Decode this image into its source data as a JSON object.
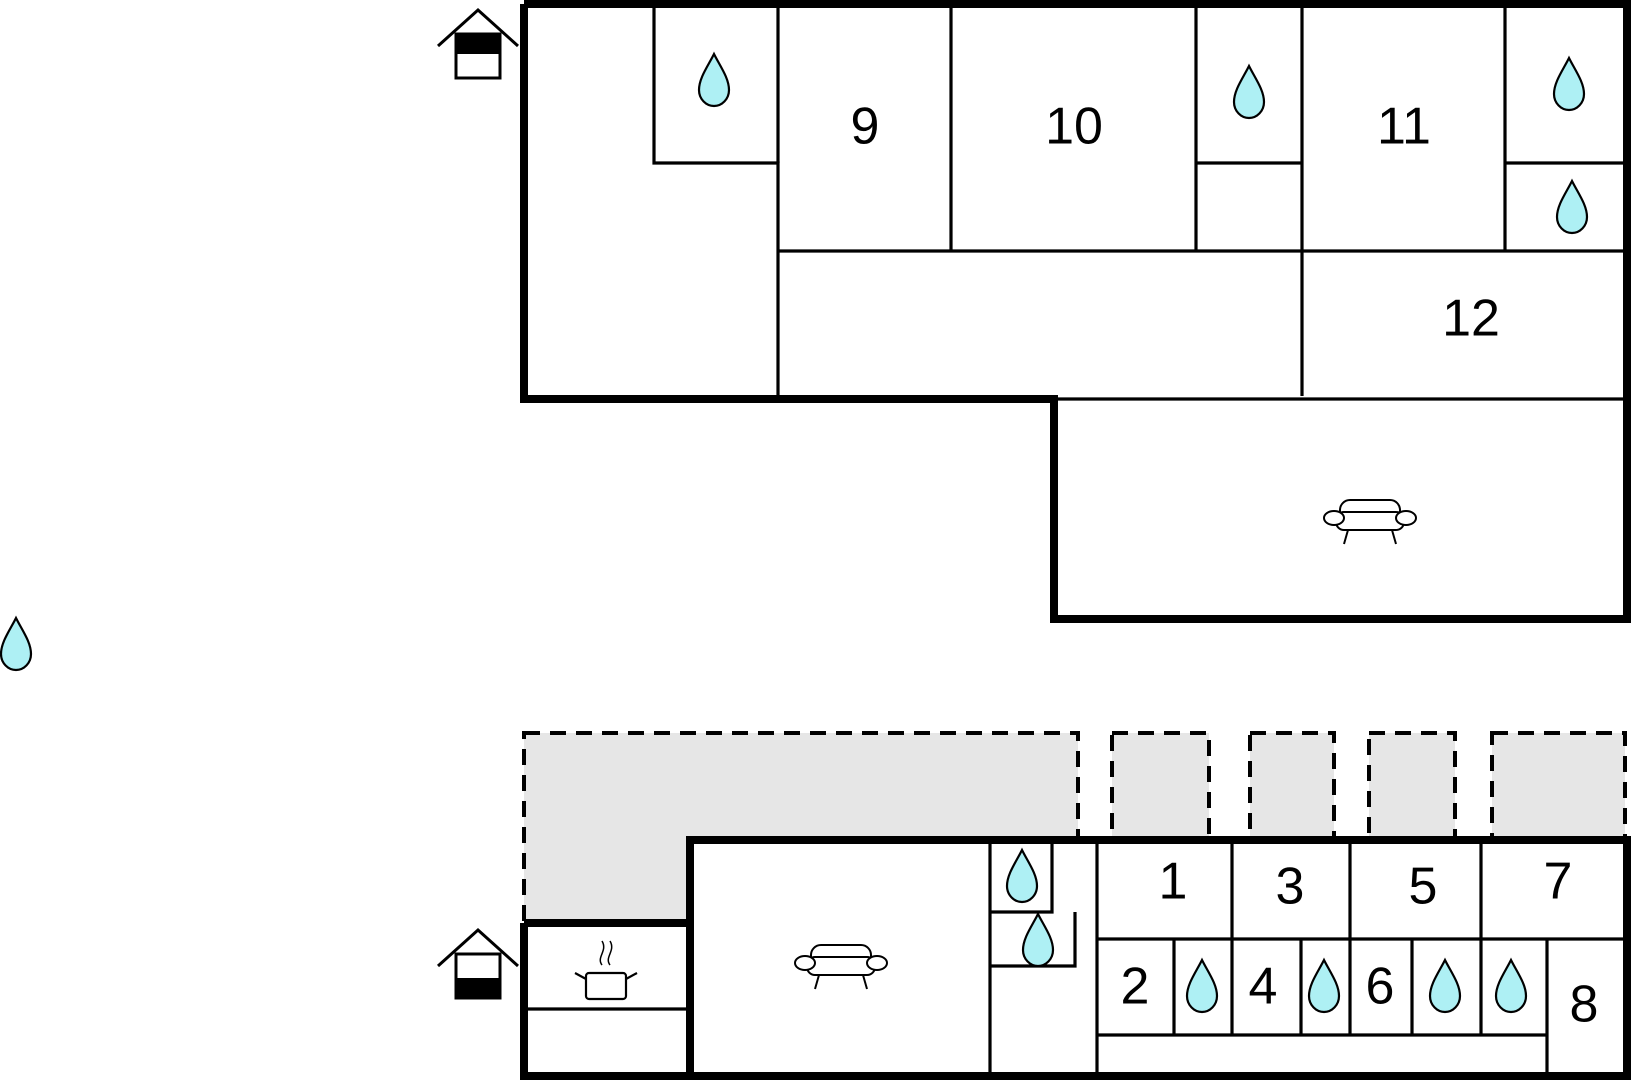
{
  "floor_plan": {
    "upper_floor": {
      "rooms": [
        {
          "id": "room-9",
          "label": "9"
        },
        {
          "id": "room-10",
          "label": "10"
        },
        {
          "id": "room-11",
          "label": "11"
        },
        {
          "id": "room-12",
          "label": "12"
        }
      ],
      "icons": [
        "entrance-house-icon",
        "water-drop-icon",
        "water-drop-icon",
        "water-drop-icon",
        "water-drop-icon",
        "sofa-icon"
      ]
    },
    "lower_floor": {
      "rooms": [
        {
          "id": "room-1",
          "label": "1"
        },
        {
          "id": "room-2",
          "label": "2"
        },
        {
          "id": "room-3",
          "label": "3"
        },
        {
          "id": "room-4",
          "label": "4"
        },
        {
          "id": "room-5",
          "label": "5"
        },
        {
          "id": "room-6",
          "label": "6"
        },
        {
          "id": "room-7",
          "label": "7"
        },
        {
          "id": "room-8",
          "label": "8"
        }
      ],
      "icons": [
        "entrance-house-icon",
        "cooking-pot-icon",
        "sofa-icon",
        "water-drop-icon",
        "water-drop-icon",
        "water-drop-icon",
        "water-drop-icon",
        "water-drop-icon",
        "water-drop-icon"
      ]
    },
    "outdoor_icons": [
      "water-drop-icon"
    ],
    "colors": {
      "wall": "#000000",
      "terrace_fill": "#e6e6e6",
      "water_drop": "#aef0f4",
      "background": "#ffffff"
    }
  }
}
